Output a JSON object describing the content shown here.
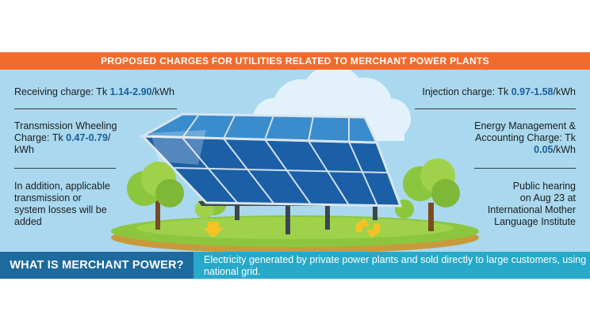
{
  "banner": {
    "title": "PROPOSED CHARGES FOR UTILITIES RELATED TO MERCHANT POWER PLANTS"
  },
  "left": {
    "receiving": {
      "prefix": "Receiving charge: Tk ",
      "value": "1.14-2.90",
      "suffix": "/kWh"
    },
    "transmission": {
      "line1": "Transmission Wheeling",
      "prefix": "Charge: Tk ",
      "value": "0.47-0.79",
      "suffix": "/",
      "line3": "kWh"
    },
    "losses": {
      "line1": "In addition, applicable",
      "line2": "transmission or",
      "line3": "system losses will be",
      "line4": "added"
    }
  },
  "right": {
    "injection": {
      "prefix": "Injection charge: Tk ",
      "value": "0.97-1.58",
      "suffix": "/kWh"
    },
    "energy": {
      "line1": "Energy Management &",
      "line2": "Accounting Charge: Tk",
      "value": "0.05",
      "suffix": "/kWh"
    },
    "hearing": {
      "line1": "Public hearing",
      "line2": "on Aug 23 at",
      "line3": "International Mother",
      "line4": "Language Institute"
    }
  },
  "footer": {
    "label": "WHAT IS MERCHANT POWER?",
    "text": "Electricity generated by private power plants and sold directly to large customers, using national grid."
  },
  "colors": {
    "banner": "#f26b2d",
    "sky": "#a9d8ef",
    "footer_label": "#1d6a9e",
    "footer_bar": "#27a9c9",
    "value_text": "#1a5e9c"
  }
}
